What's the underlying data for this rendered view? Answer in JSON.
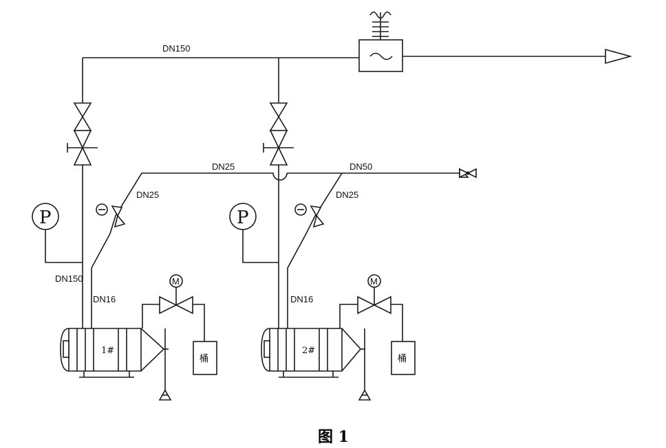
{
  "labels": {
    "main_header": "DN150",
    "riser_left": "DN150",
    "branch_dn16_1": "DN16",
    "branch_dn16_2": "DN16",
    "bypass_dn25_top": "DN25",
    "valve_dn25_1": "DN25",
    "valve_dn25_2": "DN25",
    "outlet_dn50": "DN50"
  },
  "equipment": {
    "tank1": "1#",
    "tank2": "2#",
    "bucket1": "桶",
    "bucket2": "桶",
    "gauge1": "P",
    "gauge2": "P",
    "motor1": "M",
    "motor2": "M"
  },
  "caption": "图 1",
  "colors": {
    "line": "#1a1a1a",
    "background": "#ffffff"
  }
}
